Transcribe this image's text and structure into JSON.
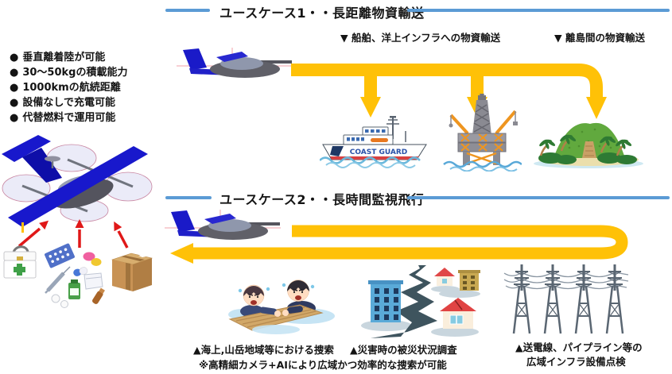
{
  "colors": {
    "divider_blue": "#5B9BD5",
    "route_yellow": "#FFC107",
    "delivery_red": "#E01818",
    "drone_blue": "#1818CC"
  },
  "usecase1": {
    "title": "ユースケース1・・長距離物資輸送",
    "label_ship_infra": "▼ 船舶、洋上インフラへの物資輸送",
    "label_island": "▼ 離島間の物資輸送"
  },
  "features": {
    "bullet": "●",
    "items": [
      "垂直離着陸が可能",
      "30〜50kgの積載能力",
      "1000kmの航続距離",
      "設備なしで充電可能",
      "代替燃料で運用可能"
    ]
  },
  "ship": {
    "name": "COAST GUARD"
  },
  "usecase2": {
    "title": "ユースケース2・・長時間監視飛行",
    "label_search": "▲海上,山岳地域等における捜索",
    "label_search_note": "※高精細カメラ+AIにより広域かつ効率的な捜索が可能",
    "label_disaster": "▲災害時の被災状況調査",
    "label_infra_line1": "▲送電線、パイプライン等の",
    "label_infra_line2": "広域インフラ設備点検"
  }
}
